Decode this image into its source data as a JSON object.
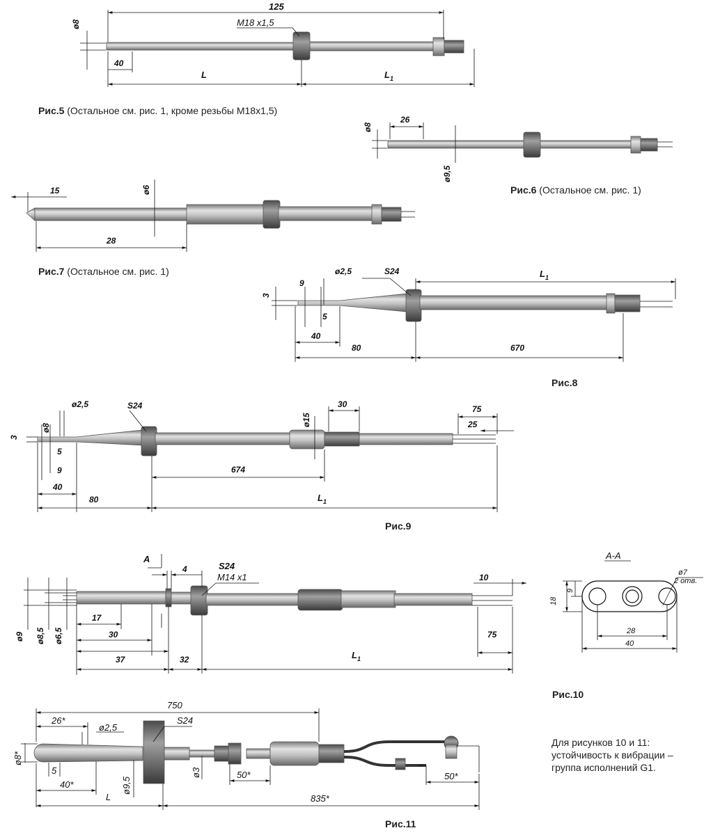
{
  "colors": {
    "metal_light": "#d4d4d4",
    "metal_mid": "#9a9a9a",
    "metal_dark": "#5a5a5a",
    "line": "#111111",
    "background": "#ffffff"
  },
  "fig5": {
    "caption_bold": "Рис.5",
    "caption_text": " (Остальное см. рис. 1, кроме резьбы М18х1,5)",
    "dim_125": "125",
    "dim_d8": "ø8",
    "dim_40": "40",
    "dim_L": "L",
    "dim_L1": "L",
    "dim_L1_sub": "1",
    "thread": "M18 x1,5"
  },
  "fig6": {
    "caption_bold": "Рис.6",
    "caption_text": " (Остальное см. рис. 1)",
    "dim_26": "26",
    "dim_d8": "ø8",
    "dim_d95": "ø9,5"
  },
  "fig7": {
    "caption_bold": "Рис.7",
    "caption_text": " (Остальное см. рис. 1)",
    "dim_15": "15",
    "dim_d6": "ø6",
    "dim_28": "28"
  },
  "fig8": {
    "caption_bold": "Рис.8",
    "dim_3": "3",
    "dim_9": "9",
    "dim_d25": "ø2,5",
    "dim_S24": "S24",
    "dim_L1": "L",
    "dim_L1_sub": "1",
    "dim_5": "5",
    "dim_40": "40",
    "dim_80": "80",
    "dim_670": "670"
  },
  "fig9": {
    "caption_bold": "Рис.9",
    "dim_d25": "ø2,5",
    "dim_S24": "S24",
    "dim_d15": "ø15",
    "dim_30": "30",
    "dim_75": "75",
    "dim_25": "25",
    "dim_3": "3",
    "dim_d8": "ø8",
    "dim_5": "5",
    "dim_9": "9",
    "dim_674": "674",
    "dim_40": "40",
    "dim_80": "80",
    "dim_L1": "L",
    "dim_L1_sub": "1"
  },
  "fig10": {
    "caption_bold": "Рис.10",
    "section": "A",
    "dim_4": "4",
    "dim_S24": "S24",
    "thread": "M14 x1",
    "dim_10": "10",
    "dim_d9": "ø9",
    "dim_d85": "ø8,5",
    "dim_d65": "ø6,5",
    "dim_17": "17",
    "dim_30": "30",
    "dim_75": "75",
    "dim_37": "37",
    "dim_32": "32",
    "dim_L1": "L",
    "dim_L1_sub": "1",
    "section_title": "A-A",
    "dim_d7": "ø7",
    "holes": "2 отв.",
    "dim_9": "9",
    "dim_18": "18",
    "dim_28": "28",
    "dim_40": "40"
  },
  "fig11": {
    "caption_bold": "Рис.11",
    "dim_750": "750",
    "dim_26": "26*",
    "dim_d25": "ø2,5",
    "dim_S24": "S24",
    "dim_d8": "ø8*",
    "dim_5": "5",
    "dim_40": "40*",
    "dim_L": "L",
    "dim_d95": "ø9,5",
    "dim_d3": "ø3",
    "dim_50a": "50*",
    "dim_50b": "50*",
    "dim_835": "835*"
  },
  "note": {
    "line1": "Для рисунков 10 и 11:",
    "line2": "устойчивость к вибрации –",
    "line3": "группа исполнений G1."
  }
}
